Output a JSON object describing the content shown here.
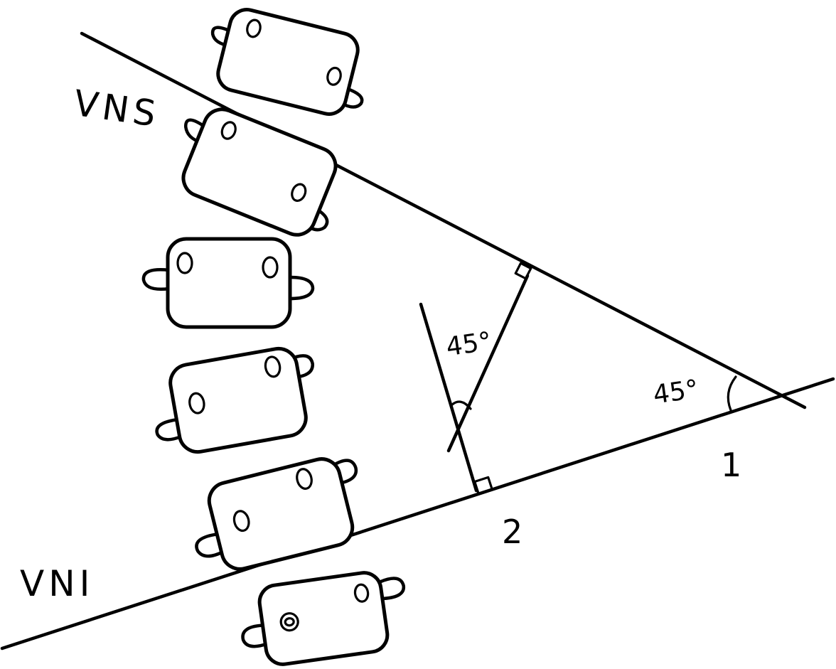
{
  "labels": {
    "upper_line": "VNS",
    "lower_line": "VNI",
    "position_1": "1",
    "position_2": "2",
    "angle_vertex": "45°",
    "angle_between_normals": "45°"
  },
  "figures": [
    {
      "id": "upper-1",
      "rotation_deg": 14
    },
    {
      "id": "upper-2",
      "rotation_deg": 22
    },
    {
      "id": "middle",
      "rotation_deg": 0
    },
    {
      "id": "middle-lower",
      "rotation_deg": -10
    },
    {
      "id": "lower-1",
      "rotation_deg": -14
    },
    {
      "id": "lower-2",
      "rotation_deg": -8
    }
  ]
}
